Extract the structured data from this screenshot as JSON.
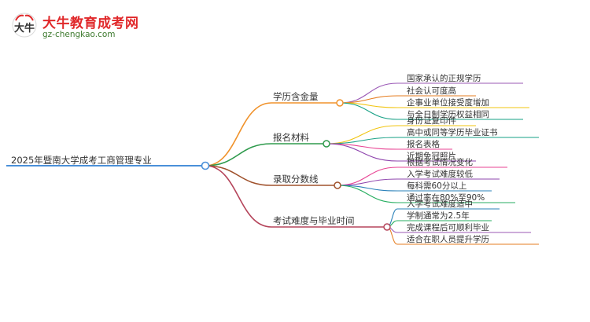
{
  "brand": {
    "name": "大牛教育成考网",
    "url": "gz-chengkao.com",
    "logo_chars": "大牛"
  },
  "colors": {
    "root": "#4a90d9",
    "branches": [
      "#f0922b",
      "#2e9a4c",
      "#a0522d",
      "#b5455b"
    ],
    "leaves": [
      "#9b59b6",
      "#e67e22",
      "#f1c40f",
      "#16a085",
      "#e84393",
      "#8e44ad",
      "#2980b9",
      "#27ae60"
    ]
  },
  "mindmap": {
    "root": "2025年暨南大学成考工商管理专业",
    "branches": [
      {
        "label": "学历含金量",
        "children": [
          "国家承认的正规学历",
          "社会认可度高",
          "企事业单位接受度增加",
          "与全日制学历权益相同"
        ]
      },
      {
        "label": "报名材料",
        "children": [
          "身份证复印件",
          "高中或同等学历毕业证书",
          "报名表格",
          "近期免冠照片"
        ]
      },
      {
        "label": "录取分数线",
        "children": [
          "根据考试情况变化",
          "入学考试难度较低",
          "每科需60分以上",
          "通过率在80%至90%"
        ]
      },
      {
        "label": "考试难度与毕业时间",
        "children": [
          "入学考试难度适中",
          "学制通常为2.5年",
          "完成课程后可顺利毕业",
          "适合在职人员提升学历"
        ]
      }
    ]
  }
}
